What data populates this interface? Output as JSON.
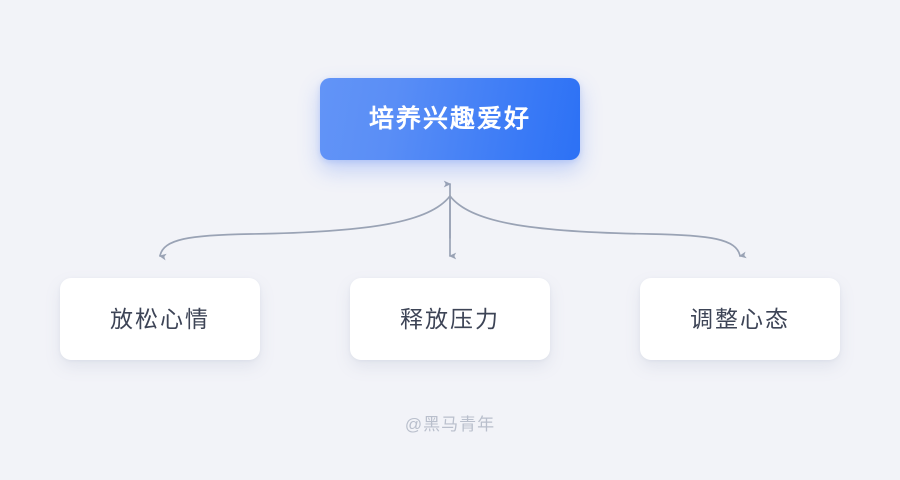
{
  "diagram": {
    "title": "培养兴趣爱好",
    "background_color": "#f2f3f8",
    "root": {
      "label": "培养兴趣爱好",
      "text_color": "#ffffff",
      "gradient_from": "#6294f7",
      "gradient_to": "#2c71f5"
    },
    "branches": [
      {
        "label": "放松心情",
        "text_color": "#3d4456",
        "card_color": "#ffffff"
      },
      {
        "label": "释放压力",
        "text_color": "#3d4456",
        "card_color": "#ffffff"
      },
      {
        "label": "调整心态",
        "text_color": "#3d4456",
        "card_color": "#ffffff"
      }
    ],
    "connector_color": "#9aa3b5",
    "watermark": "@黑马青年",
    "watermark_color": "#b9bfcc"
  }
}
